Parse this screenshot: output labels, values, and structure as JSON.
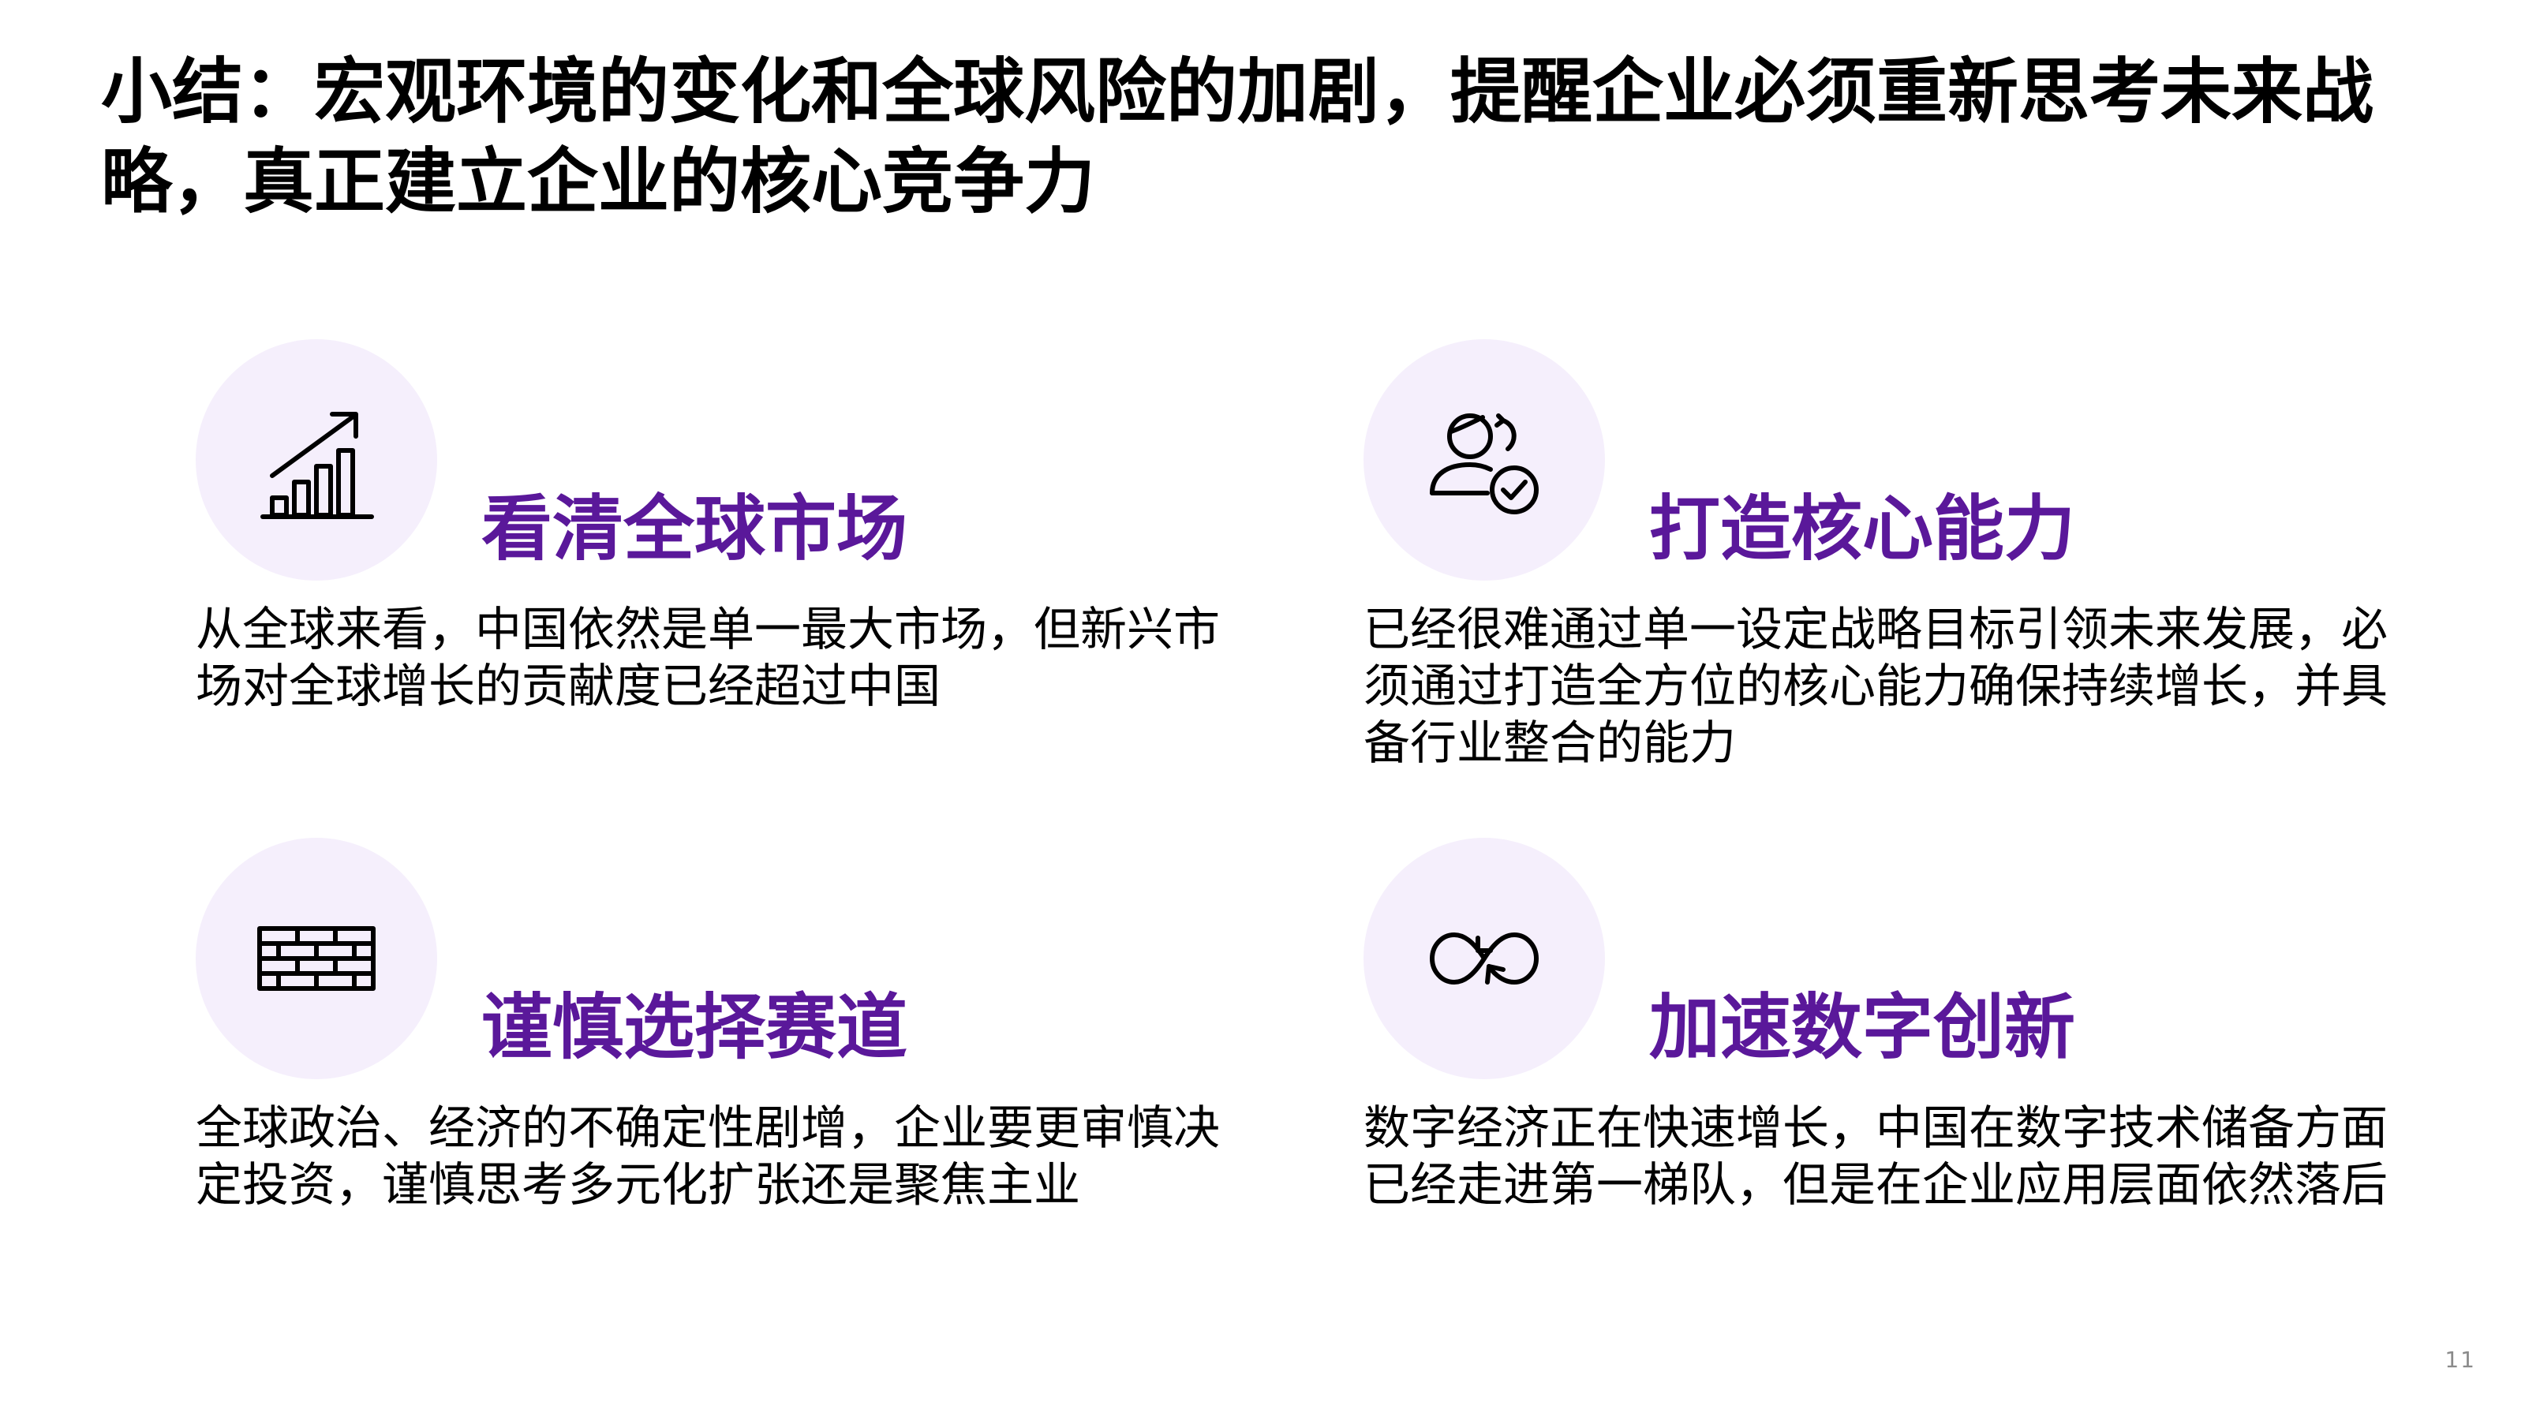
{
  "title": "小结：宏观环境的变化和全球风险的加剧，提醒企业必须重新思考未来战略，真正建立企业的核心竞争力",
  "colors": {
    "accent": "#5a189a",
    "icon_circle": "#f5effc",
    "text": "#000000"
  },
  "cards": [
    {
      "icon": "growth-chart-icon",
      "heading": "看清全球市场",
      "body": "从全球来看，中国依然是单一最大市场，但新兴市场对全球增长的贡献度已经超过中国"
    },
    {
      "icon": "person-check-icon",
      "heading": "打造核心能力",
      "body": "已经很难通过单一设定战略目标引领未来发展，必须通过打造全方位的核心能力确保持续增长，并具备行业整合的能力"
    },
    {
      "icon": "brick-wall-icon",
      "heading": "谨慎选择赛道",
      "body": "全球政治、经济的不确定性剧增，企业要更审慎决定投资，谨慎思考多元化扩张还是聚焦主业"
    },
    {
      "icon": "infinity-loop-icon",
      "heading": "加速数字创新",
      "body": "数字经济正在快速增长，中国在数字技术储备方面已经走进第一梯队，但是在企业应用层面依然落后"
    }
  ],
  "page_number": "11"
}
